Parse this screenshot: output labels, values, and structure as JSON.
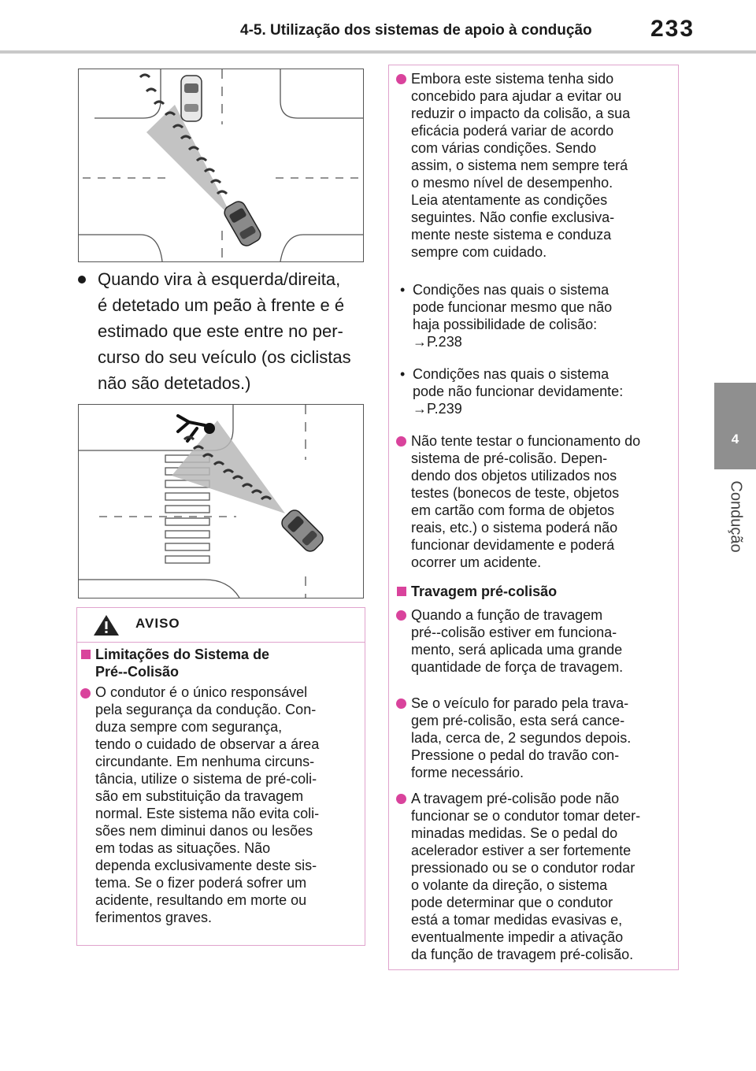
{
  "header": {
    "section_title": "4-5. Utilização dos sistemas de apoio à condução",
    "page_number": "233"
  },
  "side_tab": {
    "chapter_number": "4",
    "chapter_label": "Condução"
  },
  "main": {
    "bullet_text": "Quando vira à esquerda/direita, é detetado um peão à frente e é estimado que este entre no percurso do seu veículo (os ciclistas não são detetados.)",
    "bullet_lines": [
      "Quando vira à esquerda/direita,",
      "é detetado um peão à frente e é",
      "estimado que este entre no per-",
      "curso do seu veículo (os ciclistas",
      "não são detetados.)"
    ]
  },
  "warning": {
    "title": "AVISO",
    "heading_lines": [
      "Limitações do Sistema de",
      "Pré--Colisão"
    ],
    "paragraph_lines": [
      "O condutor é o único responsável",
      "pela segurança da condução. Con-",
      "duza sempre com segurança,",
      "tendo o cuidado de observar a área",
      "circundante. Em nenhuma circuns-",
      "tância, utilize o sistema de pré-coli-",
      "são em substituição da travagem",
      "normal. Este sistema não evita coli-",
      "sões nem diminui danos ou lesões",
      "em todas as situações. Não",
      "dependa exclusivamente deste sis-",
      "tema. Se o fizer poderá sofrer um",
      "acidente, resultando em morte ou",
      "ferimentos graves."
    ]
  },
  "right": {
    "p1_lines": [
      "Embora este sistema tenha sido",
      "concebido para ajudar a evitar ou",
      "reduzir o impacto da colisão, a sua",
      "eficácia poderá variar de acordo",
      "com várias condições. Sendo",
      "assim, o sistema nem sempre terá",
      "o mesmo nível de desempenho.",
      "Leia atentamente as condições",
      "seguintes. Não confie exclusiva-",
      "mente neste sistema e conduza",
      "sempre com cuidado."
    ],
    "sub1_lines": [
      "Condições nas quais o sistema",
      "pode funcionar mesmo que não",
      "haja possibilidade de colisão:",
      "→P.238"
    ],
    "sub2_lines": [
      "Condições nas quais o sistema",
      "pode não funcionar devidamente:",
      "→P.239"
    ],
    "p2_lines": [
      "Não tente testar o funcionamento do",
      "sistema de pré-colisão. Depen-",
      "dendo dos objetos utilizados nos",
      "testes (bonecos de teste, objetos",
      "em cartão com forma de objetos",
      "reais, etc.) o sistema poderá não",
      "funcionar devidamente e poderá",
      "ocorrer um acidente."
    ],
    "heading": "Travagem pré-colisão",
    "p3_lines": [
      "Quando a função de travagem",
      "pré--colisão estiver em funciona-",
      "mento, será aplicada uma grande",
      "quantidade de força de travagem."
    ],
    "p4_lines": [
      "Se o veículo for parado pela trava-",
      "gem pré-colisão, esta será cance-",
      "lada, cerca de, 2 segundos depois.",
      "Pressione o pedal do travão con-",
      "forme necessário."
    ],
    "p5_lines": [
      "A travagem pré-colisão pode não",
      "funcionar se o condutor tomar deter-",
      "minadas medidas. Se o pedal do",
      "acelerador estiver a ser fortemente",
      "pressionado ou se o condutor rodar",
      "o volante da direção, o sistema",
      "pode determinar que o condutor",
      "está a tomar medidas evasivas e,",
      "eventualmente impedir a ativação",
      "da função de travagem pré-colisão."
    ]
  },
  "colors": {
    "accent": "#d9439c",
    "box_border": "#e0a3cd",
    "tab_gray": "#8f8f8f"
  }
}
